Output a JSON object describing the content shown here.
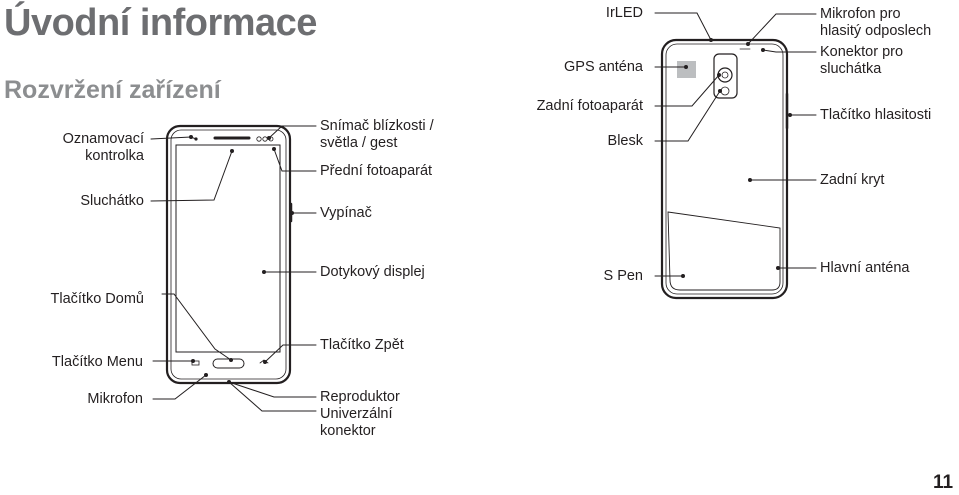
{
  "header": {
    "title": "Úvodní informace",
    "subtitle": "Rozvržení zařízení"
  },
  "front_labels": {
    "notification_led": "Oznamovací\nkontrolka",
    "earpiece": "Sluchátko",
    "proximity_sensor": "Snímač blízkosti /\nsvětla / gest",
    "front_camera": "Přední fotoaparát",
    "power_button": "Vypínač",
    "touchscreen": "Dotykový displej",
    "home_button": "Tlačítko Domů",
    "back_button": "Tlačítko Zpět",
    "menu_button": "Tlačítko Menu",
    "microphone": "Mikrofon",
    "speaker": "Reproduktor",
    "multipurpose_jack": "Univerzální\nkonektor"
  },
  "back_labels": {
    "irled": "IrLED",
    "gps_antenna": "GPS anténa",
    "rear_camera": "Zadní fotoaparát",
    "flash": "Blesk",
    "speakerphone_mic": "Mikrofon pro\nhlasitý odposlech",
    "headset_jack": "Konektor pro\nsluchátka",
    "volume_button": "Tlačítko hlasitosti",
    "back_cover": "Zadní kryt",
    "s_pen": "S Pen",
    "main_antenna": "Hlavní anténa"
  },
  "footer": {
    "page_number": "11"
  },
  "colors": {
    "title": "#6d6e71",
    "subtitle": "#8c8e90",
    "text": "#231f20",
    "line": "#231f20",
    "antenna_area": "#bcbec0"
  }
}
